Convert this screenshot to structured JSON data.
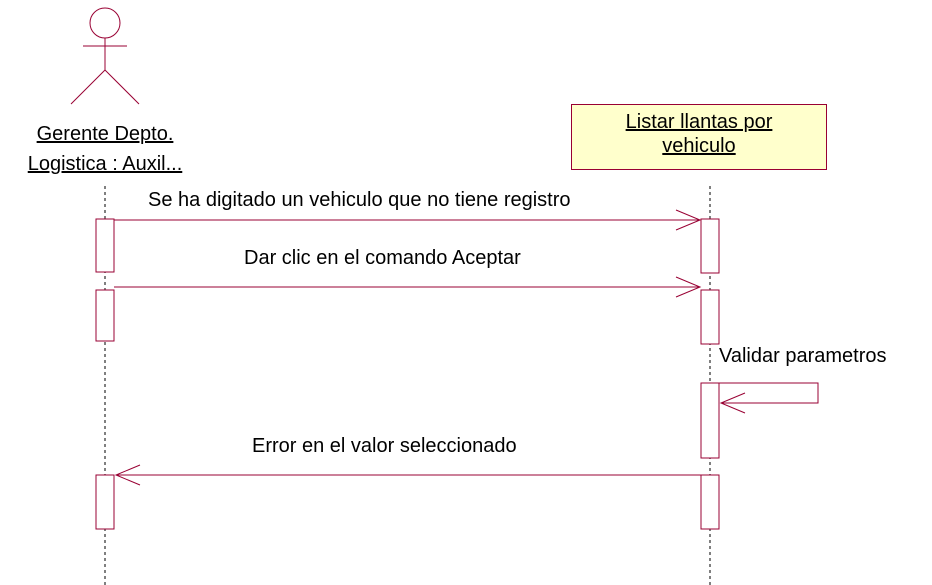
{
  "actor": {
    "name_line1": "Gerente Depto.",
    "name_line2": "Logistica : Auxil..."
  },
  "object": {
    "name_line1": "Listar llantas por",
    "name_line2": "vehiculo"
  },
  "messages": [
    {
      "label": "Se ha digitado un vehiculo que no tiene registro",
      "direction": "actor-to-object"
    },
    {
      "label": "Dar clic en el comando Aceptar",
      "direction": "actor-to-object"
    },
    {
      "label": "Validar parametros",
      "direction": "self"
    },
    {
      "label": "Error en el valor seleccionado",
      "direction": "object-to-actor"
    }
  ],
  "colors": {
    "line": "#990033",
    "object_fill": "#ffffcc",
    "lifeline": "#000000"
  }
}
